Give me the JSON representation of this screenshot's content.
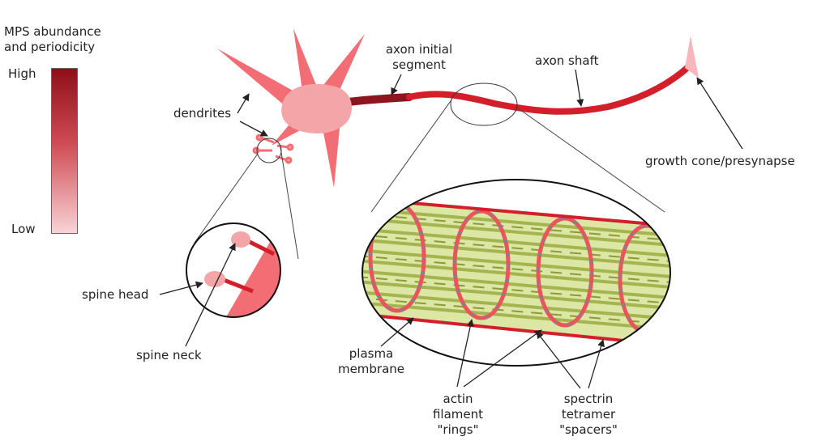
{
  "legend": {
    "title_line1": "MPS abundance",
    "title_line2": "and periodicity",
    "high": "High",
    "low": "Low",
    "color_high": "#8e0f1a",
    "color_low": "#f8d4d6"
  },
  "labels": {
    "dendrites": "dendrites",
    "axon_initial_segment_line1": "axon initial",
    "axon_initial_segment_line2": "segment",
    "axon_shaft": "axon shaft",
    "growth_cone": "growth cone/presynapse",
    "spine_head": "spine head",
    "spine_neck": "spine neck",
    "plasma_membrane_line1": "plasma",
    "plasma_membrane_line2": "membrane",
    "actin_line1": "actin",
    "actin_line2": "filament",
    "actin_line3": "\"rings\"",
    "spectrin_line1": "spectrin",
    "spectrin_line2": "tetramer",
    "spectrin_line3": "\"spacers\""
  },
  "colors": {
    "soma": "#f4a5a8",
    "dendrite": "#f26d74",
    "axon_initial_segment": "#8e1420",
    "axon_shaft": "#d31f2a",
    "growth_cone": "#f6b8bc",
    "actin_filament": "#b9c96a",
    "spectrin": "#e8555c",
    "spacer_dot": "#6e86a8"
  }
}
